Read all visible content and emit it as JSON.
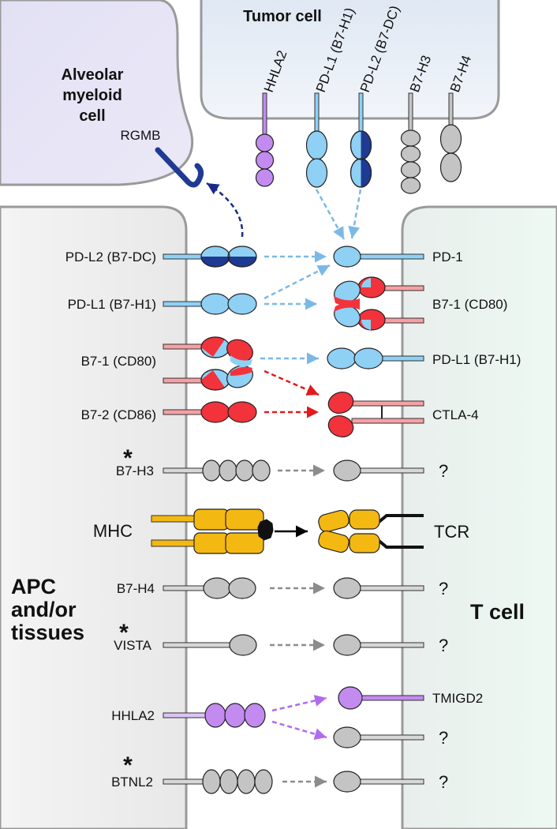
{
  "colors": {
    "blue": "#8fd0f5",
    "dark_blue": "#1f3a93",
    "red": "#f2333c",
    "gray": "#c4c4c4",
    "gold": "#f4b812",
    "purple": "#c38bf0",
    "blue_arrow": "#7ab9e6",
    "red_arrow": "#e31a1c",
    "gray_arrow": "#8c8c8c",
    "purple_arrow": "#b06bea",
    "navy_arrow": "#1a2a8a"
  },
  "cells": {
    "tumor": "Tumor cell",
    "alveolar_line1": "Alveolar",
    "alveolar_line2": "myeloid",
    "alveolar_line3": "cell",
    "apc_line1": "APC",
    "apc_line2": "and/or",
    "apc_line3": "tissues",
    "tcell": "T cell"
  },
  "tumor_molecules": [
    "HHLA2",
    "PD-L1 (B7-H1)",
    "PD-L2 (B7-DC)",
    "B7-H3",
    "B7-H4"
  ],
  "alveolar_molecule": "RGMB",
  "apc_molecules": {
    "pdl2": "PD-L2 (B7-DC)",
    "pdl1": "PD-L1 (B7-H1)",
    "b71": "B7-1 (CD80)",
    "b72": "B7-2 (CD86)",
    "b7h3": "B7-H3",
    "mhc": "MHC",
    "b7h4": "B7-H4",
    "vista": "VISTA",
    "hhla2": "HHLA2",
    "btnl2": "BTNL2"
  },
  "tcell_molecules": {
    "pd1": "PD-1",
    "b71": "B7-1 (CD80)",
    "pdl1": "PD-L1 (B7-H1)",
    "ctla4": "CTLA-4",
    "q1": "?",
    "tcr": "TCR",
    "q2": "?",
    "q3": "?",
    "tmigd2": "TMIGD2",
    "q4": "?",
    "q5": "?"
  },
  "star": "*"
}
